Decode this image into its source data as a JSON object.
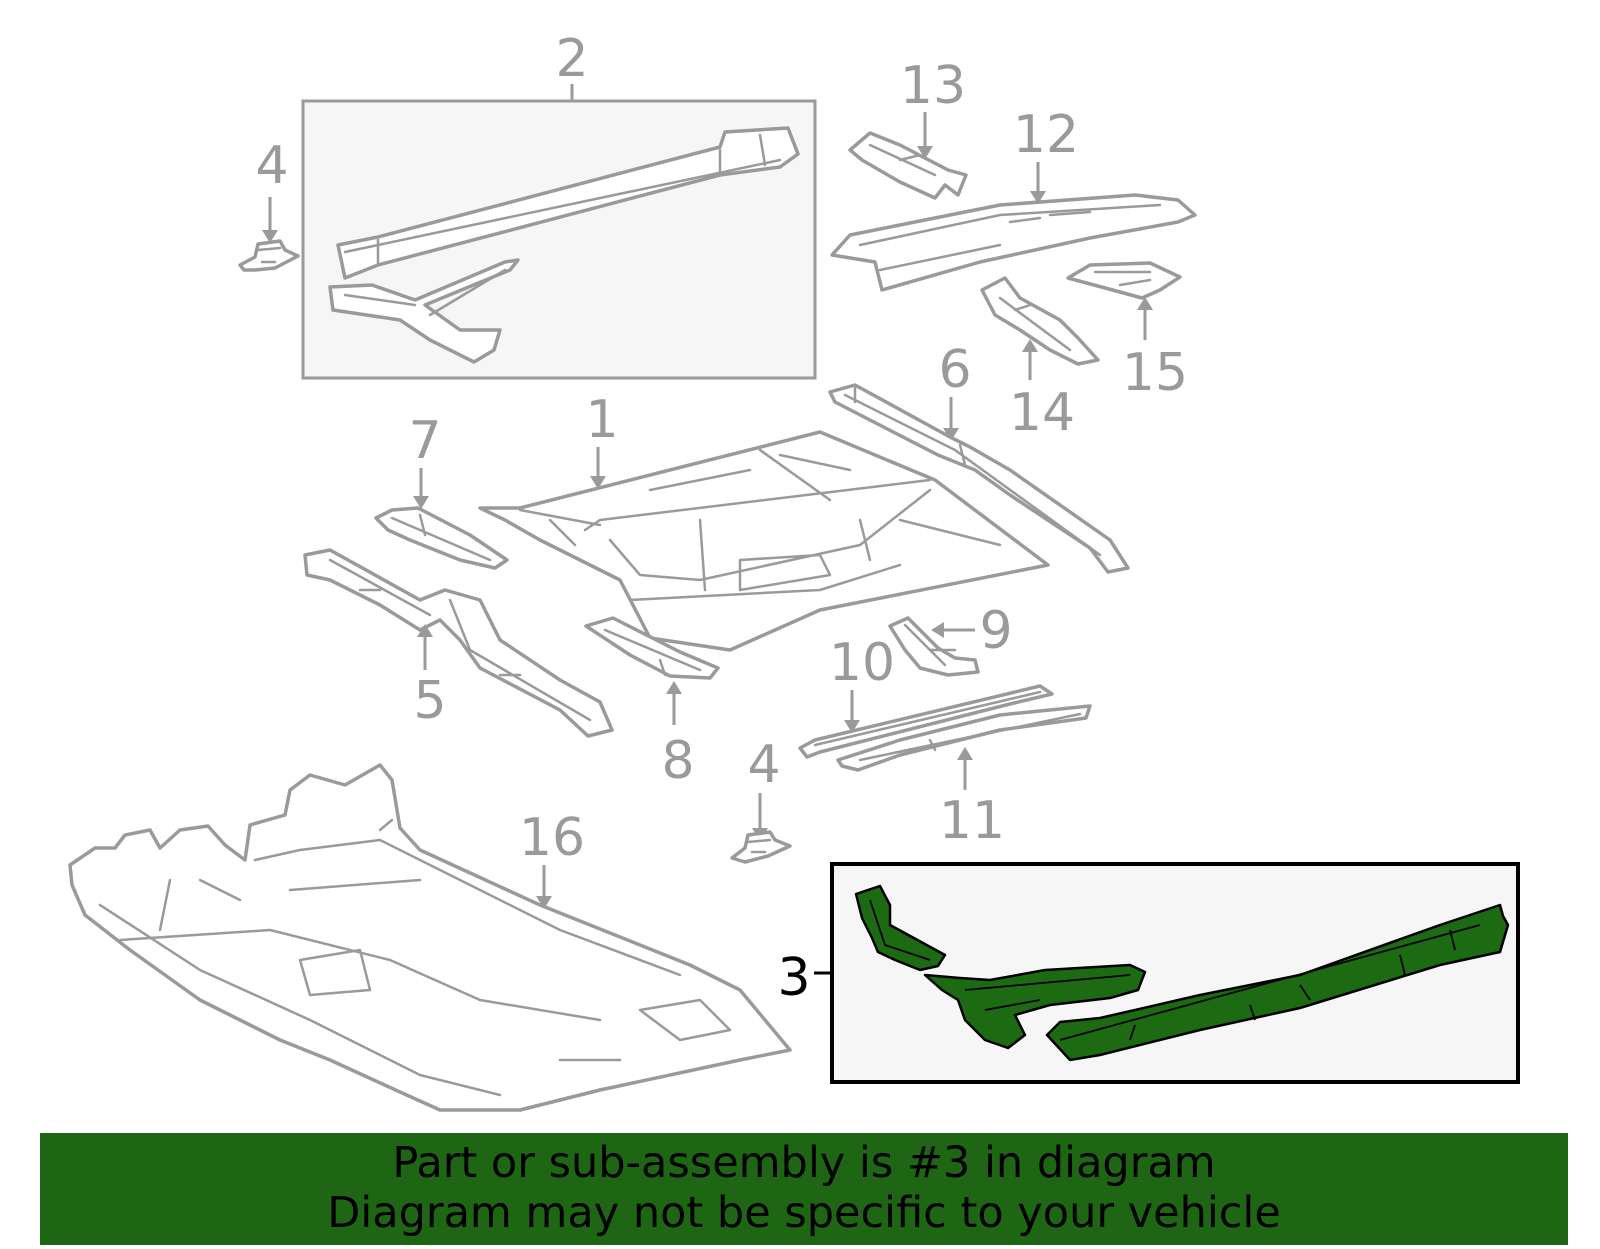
{
  "callouts": {
    "c1": "1",
    "c2": "2",
    "c3": "3",
    "c4a": "4",
    "c4b": "4",
    "c5": "5",
    "c6": "6",
    "c7": "7",
    "c8": "8",
    "c9": "9",
    "c10": "10",
    "c11": "11",
    "c12": "12",
    "c13": "13",
    "c14": "14",
    "c15": "15",
    "c16": "16"
  },
  "highlight": {
    "part_number": "3",
    "color": "#1f6614",
    "part_color": "#1c6a12"
  },
  "banner": {
    "line1": "Part or sub-assembly is #3 in diagram",
    "line2": "Diagram may not be specific to your vehicle"
  }
}
